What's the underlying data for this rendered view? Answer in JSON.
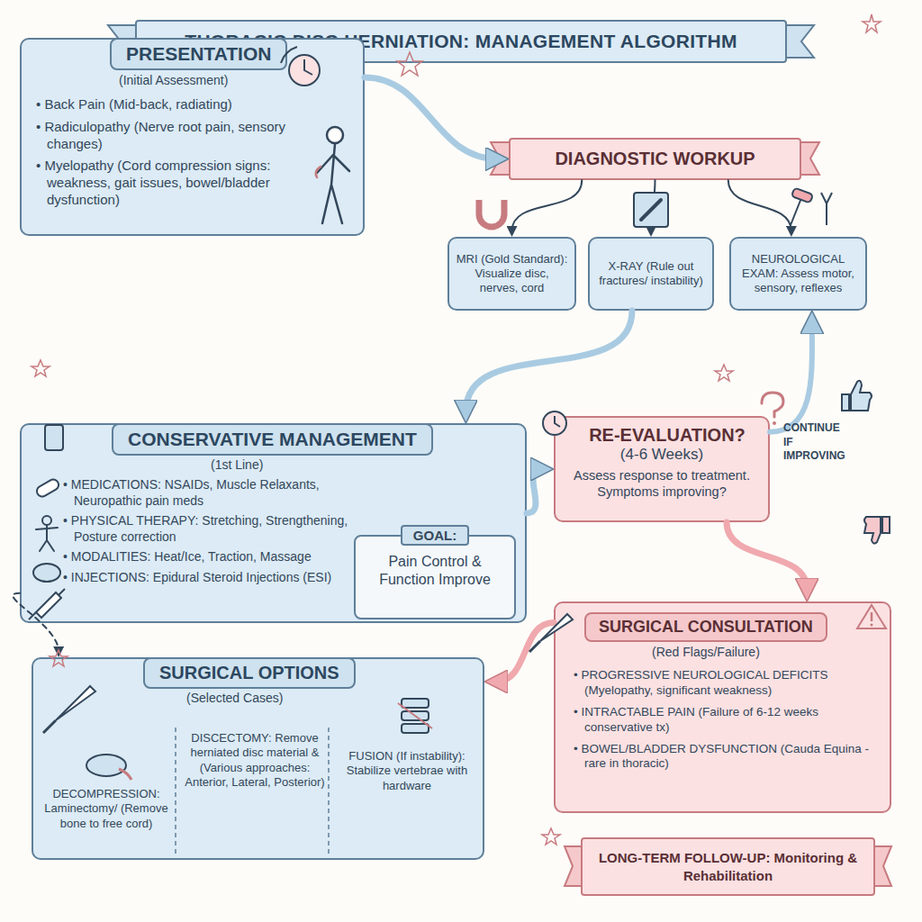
{
  "diagram": {
    "title": "THORACIC DISC HERNIATION: MANAGEMENT ALGORITHM",
    "nodes": [
      {
        "text": [
          "PRESENTATION",
          "(Initial Assessment)",
          "• Back Pain (Mid-back, radiating)",
          "• Radiculopathy (Nerve root pain, sensory changes)",
          "• Myelopathy (Cord compression signs: weakness, gait issues, bowel/bladder dysfunction)"
        ]
      },
      {
        "text": [
          "DIAGNOSTIC WORKUP"
        ]
      },
      {
        "text": [
          "MRI (Gold Standard): Visualize disc, nerves, cord"
        ]
      },
      {
        "text": [
          "X-RAY (Rule out fractures/ instability)"
        ]
      },
      {
        "text": [
          "NEUROLOGICAL EXAM: Assess motor, sensory, reflexes"
        ]
      },
      {
        "text": [
          "CONSERVATIVE MANAGEMENT",
          "(1st Line)",
          "• MEDICATIONS: NSAIDs, Muscle Relaxants, Neuropathic pain meds",
          "• PHYSICAL THERAPY: Stretching, Strengthening, Posture correction",
          "• MODALITIES: Heat/Ice, Traction, Massage",
          "• INJECTIONS: Epidural Steroid Injections (ESI)"
        ]
      },
      {
        "text": [
          "GOAL:",
          "Pain Control & Function Improve"
        ],
        "in": 5
      },
      {
        "text": [
          "RE-EVALUATION?",
          "(4-6 Weeks)",
          "Assess response to treatment. Symptoms improving?"
        ]
      },
      {
        "text": [
          "SURGICAL CONSULTATION",
          "(Red Flags/Failure)",
          "• PROGRESSIVE NEUROLOGICAL DEFICITS (Myelopathy, significant weakness)",
          "• INTRACTABLE PAIN (Failure of 6-12 weeks conservative tx)",
          "• BOWEL/BLADDER DYSFUNCTION (Cauda Equina - rare in thoracic)"
        ]
      },
      {
        "text": [
          "SURGICAL OPTIONS",
          "(Selected Cases)",
          "DECOMPRESSION: Laminectomy/ (Remove bone to free cord)",
          "DISCECTOMY: Remove herniated disc material & (Various approaches: Anterior, Lateral, Posterior)",
          "FUSION (If instability): Stabilize vertebrae with hardware"
        ]
      },
      {
        "text": [
          "LONG-TERM FOLLOW-UP: Monitoring & Rehabilitation"
        ]
      }
    ],
    "edges": [
      {
        "from": 0,
        "to": 1,
        "arrow": "to"
      },
      {
        "from": 1,
        "to": 2,
        "arrow": "to"
      },
      {
        "from": 1,
        "to": 3,
        "arrow": "to"
      },
      {
        "from": 1,
        "to": 4,
        "arrow": "to"
      },
      {
        "from": 3,
        "to": 5,
        "arrow": "to"
      },
      {
        "from": 5,
        "to": 7,
        "arrow": "to"
      },
      {
        "from": 7,
        "to": 4,
        "label": "CONTINUE IF IMPROVING",
        "arrow": "to"
      },
      {
        "from": 7,
        "to": 8,
        "arrow": "to"
      },
      {
        "from": 8,
        "to": 9,
        "arrow": "to"
      },
      {
        "from": 5,
        "to": 9,
        "arrow": "to"
      }
    ]
  }
}
